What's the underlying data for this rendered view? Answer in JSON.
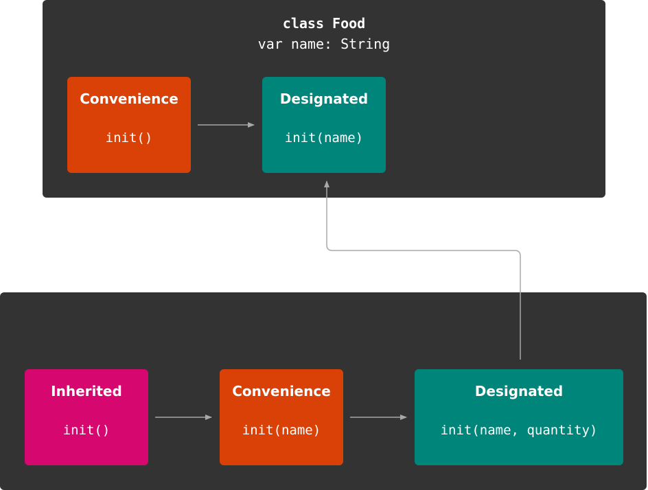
{
  "superclass": {
    "declaration": "class Food",
    "property": "var name: String",
    "convenience": {
      "kind": "Convenience",
      "signature": "init()"
    },
    "designated": {
      "kind": "Designated",
      "signature": "init(name)"
    }
  },
  "subclass": {
    "inherited": {
      "kind": "Inherited",
      "signature": "init()"
    },
    "convenience": {
      "kind": "Convenience",
      "signature": "init(name)"
    },
    "designated": {
      "kind": "Designated",
      "signature": "init(name, quantity)"
    }
  },
  "colors": {
    "panel": "#333333",
    "convenience": "#d94107",
    "designated": "#00857b",
    "inherited": "#d6086f",
    "arrow": "#a8a8a8",
    "text": "#ffffff"
  }
}
